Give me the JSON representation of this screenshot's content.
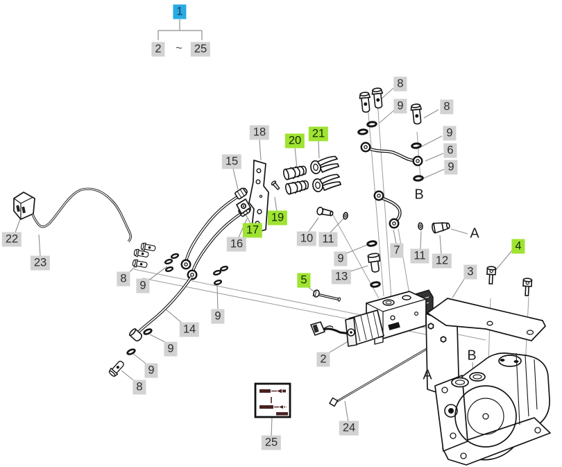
{
  "diagram": {
    "type": "exploded-parts-diagram",
    "colors": {
      "selected_callout": "#29abe2",
      "highlight_callout": "#9fe332",
      "default_callout_bg": "#d2d2d2",
      "line_art": "#141414",
      "leader_line": "#8c8c8c",
      "sticker_ink": "#4b2020"
    },
    "legend": {
      "root": "1",
      "range_from": "2",
      "range_tilde": "~",
      "range_to": "25"
    },
    "port_letters": [
      "A",
      "B"
    ],
    "callouts": [
      {
        "text": "1",
        "kind": "blue"
      },
      {
        "text": "2",
        "kind": "gray"
      },
      {
        "text": "~",
        "kind": "plain"
      },
      {
        "text": "25",
        "kind": "gray"
      },
      {
        "text": "8",
        "kind": "gray"
      },
      {
        "text": "9",
        "kind": "gray"
      },
      {
        "text": "8",
        "kind": "gray"
      },
      {
        "text": "9",
        "kind": "gray"
      },
      {
        "text": "6",
        "kind": "gray"
      },
      {
        "text": "9",
        "kind": "gray"
      },
      {
        "text": "B",
        "kind": "letter"
      },
      {
        "text": "18",
        "kind": "gray"
      },
      {
        "text": "20",
        "kind": "green"
      },
      {
        "text": "21",
        "kind": "green"
      },
      {
        "text": "15",
        "kind": "gray"
      },
      {
        "text": "19",
        "kind": "green"
      },
      {
        "text": "17",
        "kind": "green"
      },
      {
        "text": "16",
        "kind": "gray"
      },
      {
        "text": "10",
        "kind": "gray"
      },
      {
        "text": "11",
        "kind": "gray"
      },
      {
        "text": "9",
        "kind": "gray"
      },
      {
        "text": "13",
        "kind": "gray"
      },
      {
        "text": "7",
        "kind": "gray"
      },
      {
        "text": "11",
        "kind": "gray"
      },
      {
        "text": "12",
        "kind": "gray"
      },
      {
        "text": "A",
        "kind": "letter"
      },
      {
        "text": "4",
        "kind": "green"
      },
      {
        "text": "3",
        "kind": "gray"
      },
      {
        "text": "5",
        "kind": "green"
      },
      {
        "text": "22",
        "kind": "gray"
      },
      {
        "text": "23",
        "kind": "gray"
      },
      {
        "text": "8",
        "kind": "gray"
      },
      {
        "text": "9",
        "kind": "gray"
      },
      {
        "text": "9",
        "kind": "gray"
      },
      {
        "text": "14",
        "kind": "gray"
      },
      {
        "text": "9",
        "kind": "gray"
      },
      {
        "text": "9",
        "kind": "gray"
      },
      {
        "text": "8",
        "kind": "gray"
      },
      {
        "text": "2",
        "kind": "gray"
      },
      {
        "text": "24",
        "kind": "gray"
      },
      {
        "text": "25",
        "kind": "gray"
      },
      {
        "text": "B",
        "kind": "letter"
      },
      {
        "text": "A",
        "kind": "letter"
      }
    ]
  }
}
